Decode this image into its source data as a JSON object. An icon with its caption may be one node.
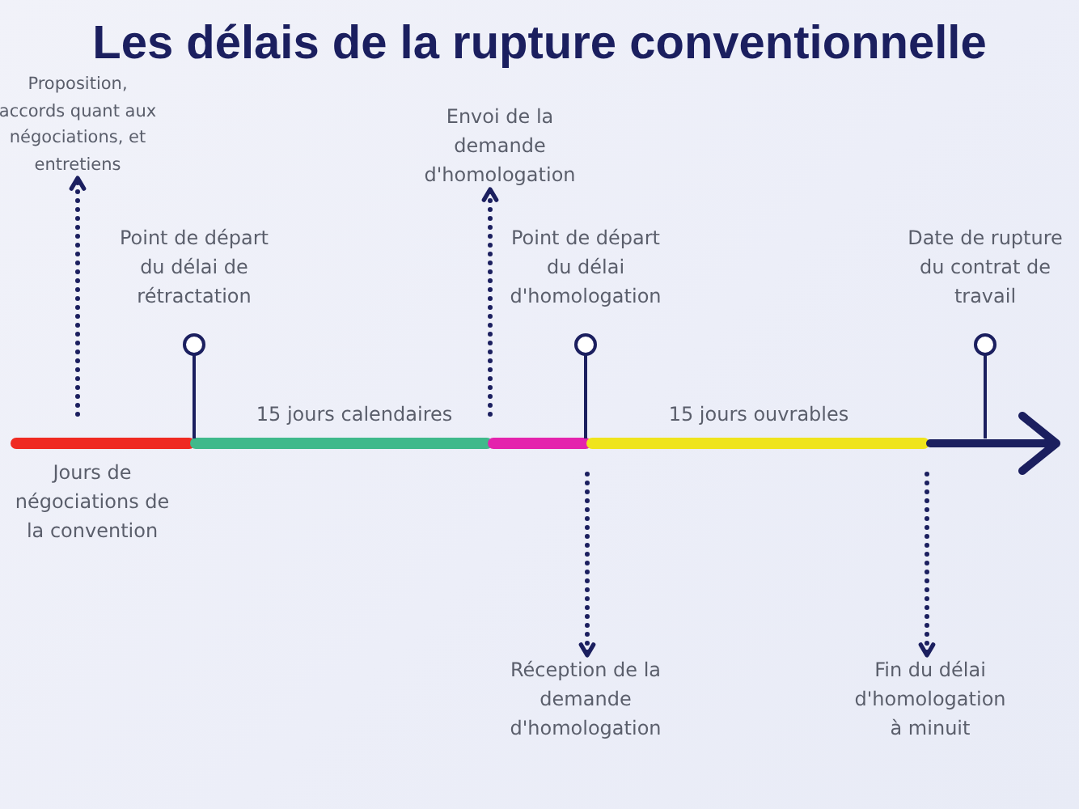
{
  "diagram": {
    "title": "Les délais de la rupture conventionnelle",
    "nodes": [
      {
        "text": [
          "Proposition, accords quant aux négociations, et entretiens"
        ]
      },
      {
        "text": [
          "Envoi de la demande d'homologation"
        ]
      },
      {
        "text": [
          "Réception de la demande d'homologation"
        ]
      },
      {
        "text": [
          "Fin du délai d'homologation à minuit"
        ]
      }
    ],
    "edges": [
      {
        "from": null,
        "to": 0,
        "arrow": "to"
      },
      {
        "from": null,
        "to": 1,
        "arrow": "to"
      },
      {
        "from": null,
        "to": 2,
        "arrow": "to"
      },
      {
        "from": null,
        "to": 3,
        "arrow": "to"
      }
    ],
    "labels": [
      "Point de départ du délai de rétractation",
      "Point de départ du délai d'homologation",
      "Date de rupture du contrat de travail",
      "15 jours calendaires",
      "15 jours ouvrables",
      "Jours de négociations de la convention"
    ]
  }
}
